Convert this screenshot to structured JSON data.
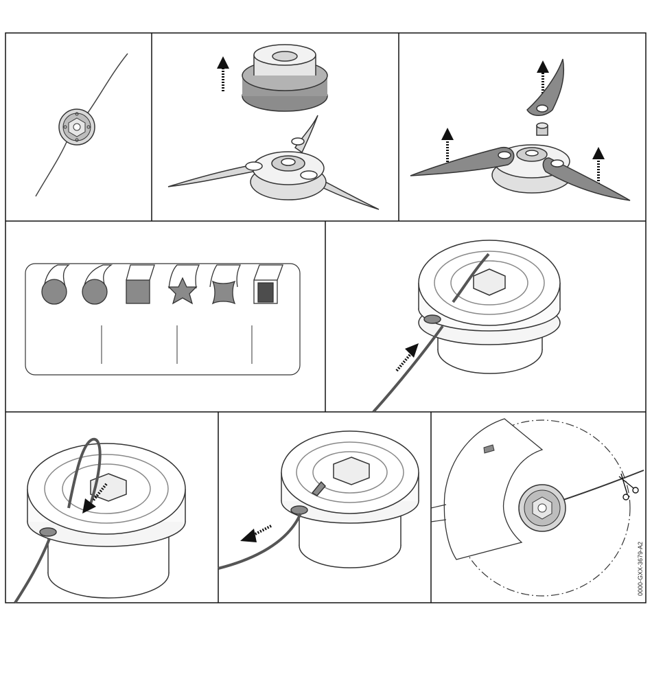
{
  "figure": {
    "reference_code": "0000-GXX-3679-A2",
    "colors": {
      "frame": "#111111",
      "line": "#333333",
      "part_fill": "#f2f2f2",
      "part_mid": "#d6d6d6",
      "part_dark": "#8c8c8c",
      "blade": "#8a8a8a",
      "trimmer_line": "#5a5a5a"
    },
    "panels": [
      {
        "id": "mowing-head-overview",
        "icon": "mowing-head-with-line-icon"
      },
      {
        "id": "remove-spool-cap",
        "icon": "up-arrow-icon"
      },
      {
        "id": "remove-blades",
        "icon": "up-arrow-icon"
      },
      {
        "id": "line-profiles",
        "icon": "line-cross-section-icons",
        "profiles": [
          "round",
          "round-twisted",
          "square",
          "star",
          "cross",
          "square-twisted"
        ]
      },
      {
        "id": "insert-line",
        "icon": "insert-arrow-icon"
      },
      {
        "id": "loop-line",
        "icon": "pull-arrow-icon"
      },
      {
        "id": "pull-line",
        "icon": "pull-arrow-icon"
      },
      {
        "id": "cut-line-to-length",
        "icon": "scissors-icon"
      }
    ]
  }
}
